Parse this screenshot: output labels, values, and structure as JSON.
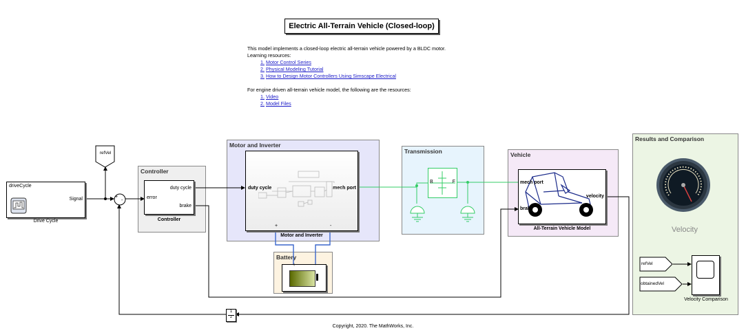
{
  "title": "Electric All-Terrain Vehicle (Closed-loop)",
  "description": {
    "line1": "This model implements a closed-loop electric all-terrain vehicle powered by a BLDC motor.",
    "line2": "Learning resources:",
    "links": [
      {
        "num": "1.",
        "text": "Motor Control Series"
      },
      {
        "num": "2.",
        "text": "Physical Modeling Tutorial"
      },
      {
        "num": "3.",
        "text": "How to Design Motor Controllers Using Simscape Electrical"
      }
    ],
    "line3": "For engine driven all-terrain vehicle model, the following are the resources:",
    "links2": [
      {
        "num": "1.",
        "text": "Video"
      },
      {
        "num": "2.",
        "text": "Model Files"
      }
    ]
  },
  "drive_cycle": {
    "inner_label": "driveCycle",
    "port": "Signal",
    "caption": "Drive Cycle"
  },
  "ref_vel_goto": "refVel",
  "sum": {
    "plus": "+",
    "minus": "-"
  },
  "controller": {
    "area_title": "Controller",
    "port_in": "error",
    "port_out1": "duty cycle",
    "port_out2": "brake",
    "caption": "Controller"
  },
  "motor": {
    "area_title": "Motor and Inverter",
    "port_in": "duty cycle",
    "port_out": "mech port",
    "plus": "+",
    "minus": "-",
    "caption": "Motor and Inverter"
  },
  "battery": {
    "area_title": "Battery",
    "plus": "+",
    "minus": "-"
  },
  "transmission": {
    "area_title": "Transmission",
    "port_b": "B",
    "port_f": "F"
  },
  "vehicle": {
    "area_title": "Vehicle",
    "port_mech": "mech port",
    "port_brake": "brake",
    "port_vel": "velocity",
    "caption": "All-Terrain Vehicle Model"
  },
  "results": {
    "area_title": "Results and Comparison",
    "gauge_label": "Velocity",
    "from1": "refVel",
    "from2": "obtainedVel",
    "scope_caption": "Velocity Comparison"
  },
  "rate_transition": {
    "top": "1",
    "bottom": "z"
  },
  "copyright": "Copyright, 2020. The MathWorks, Inc.",
  "colors": {
    "motor_area": "#e6e6fa",
    "battery_area": "#fdf3e1",
    "transmission_area": "#e7f4fd",
    "vehicle_area": "#f5e9f7",
    "results_area": "#ecf5e4",
    "controller_area": "#efefef",
    "physical_wire": "#33cc66",
    "electrical_wire": "#3a66cc"
  }
}
